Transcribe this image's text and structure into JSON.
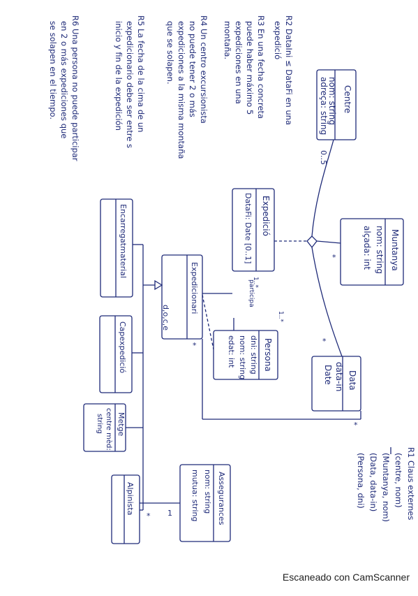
{
  "rules": {
    "r2": [
      "R2 DataIni ≤ DataFi en una",
      "expedició"
    ],
    "r3": [
      "R3 En una fecha concreta",
      "puede haber máximo 5",
      "expediciones en una",
      "montaña."
    ],
    "r4": [
      "R4 Un centro excursionista",
      "no puede tener 2 o más",
      "expediciones a la misma montaña",
      "que se solapen."
    ],
    "r5": [
      "R5 La fecha de la cima de un",
      "expedicionario debe ser entre s",
      "inicio y fin de la expedición"
    ],
    "r6": [
      "R6 Una persona no puede participar",
      "en 2 o más expediciones que",
      "se solapen en el tiempo."
    ],
    "r1": [
      "R1 Claus externes",
      "(centre, nom)",
      "(Muntanya, nom)",
      "(Data, data-in)",
      "(Persona, dni)"
    ]
  },
  "classes": {
    "centre": {
      "name": "Centre",
      "attrs": [
        "nom: string",
        "adreça: string"
      ]
    },
    "muntanya": {
      "name": "Muntanya",
      "attrs": [
        "nom: string",
        "alçada: int"
      ]
    },
    "data": {
      "name": "Data",
      "attrs": [
        "data-in",
        "Date"
      ]
    },
    "expedicio": {
      "name": "Expedició",
      "attrs": [
        "DataFi: Date [0..1]"
      ]
    },
    "expedicionari": {
      "name": "Expedicionari"
    },
    "persona": {
      "name": "Persona",
      "attrs": [
        "dni: string",
        "nom: string",
        "edat: int"
      ]
    },
    "encarregat": {
      "name": "Encarregatmaterial"
    },
    "capexpedicio": {
      "name": "Capexpedició"
    },
    "metge": {
      "name": "Metge",
      "attrs": [
        "centre mèd:",
        "string"
      ]
    },
    "assegurances": {
      "name": "Assegurances",
      "attrs": [
        "nom: string",
        "mutua: string"
      ]
    },
    "alpinista": {
      "name": "Alpinista"
    }
  },
  "labels": {
    "mult_centre": "0..5",
    "mult_muntanya": "*",
    "mult_data": "*",
    "mult_expedicionari": "*",
    "mult_exped_left": "1..*",
    "mult_persona": "1..*",
    "participa": "participa",
    "dis": "d,o,c,e",
    "one": "1",
    "star_alp": "*",
    "star_data_right": "*"
  },
  "footer": "Escaneado con CamScanner"
}
